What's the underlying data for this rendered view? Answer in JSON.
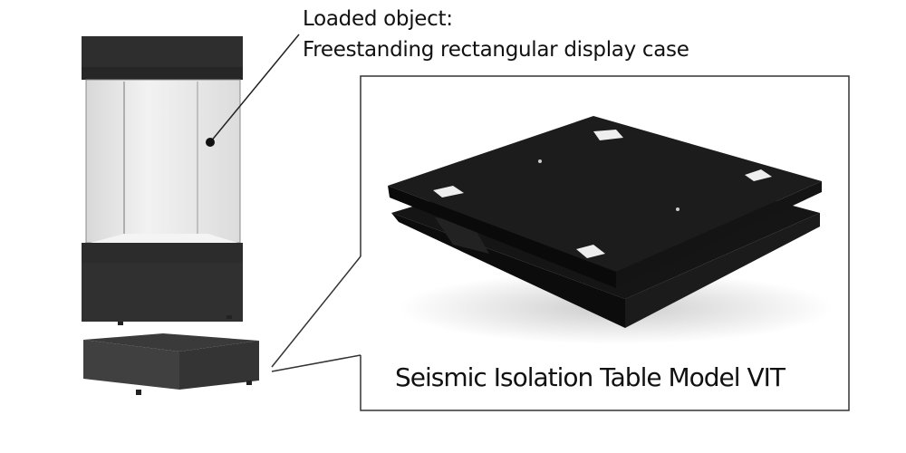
{
  "callout": {
    "line1": "Loaded object:",
    "line2": "Freestanding rectangular display case"
  },
  "caption": "Seismic Isolation Table Model VIT",
  "colors": {
    "case": "#2b2b2b",
    "plate": "#111111",
    "line": "#222222"
  }
}
